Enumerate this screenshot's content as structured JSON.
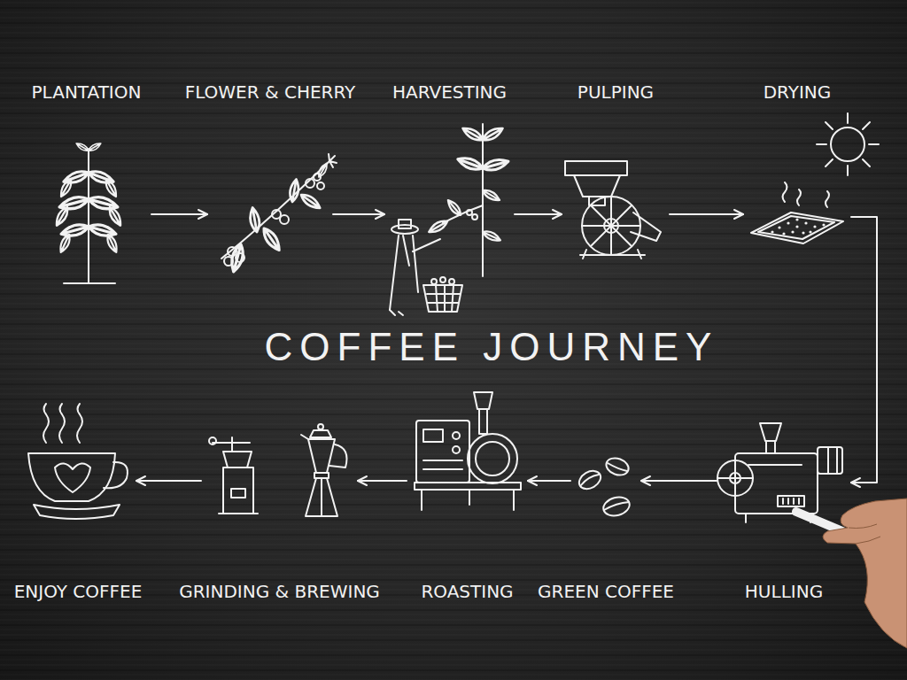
{
  "diagram": {
    "title": "COFFEE JOURNEY",
    "nodes": [
      {
        "text": [
          "PLANTATION"
        ]
      },
      {
        "text": [
          "FLOWER & CHERRY"
        ]
      },
      {
        "text": [
          "HARVESTING"
        ]
      },
      {
        "text": [
          "PULPING"
        ]
      },
      {
        "text": [
          "DRYING"
        ]
      },
      {
        "text": [
          "HULLING"
        ]
      },
      {
        "text": [
          "GREEN COFFEE"
        ]
      },
      {
        "text": [
          "ROASTING"
        ]
      },
      {
        "text": [
          "GRINDING & BREWING"
        ]
      },
      {
        "text": [
          "ENJOY COFFEE"
        ]
      }
    ],
    "edges": [
      {
        "from": 0,
        "to": 1,
        "arrow": "to"
      },
      {
        "from": 1,
        "to": 2,
        "arrow": "to"
      },
      {
        "from": 2,
        "to": 3,
        "arrow": "to"
      },
      {
        "from": 3,
        "to": 4,
        "arrow": "to"
      },
      {
        "from": 4,
        "to": 5,
        "arrow": "to"
      },
      {
        "from": 5,
        "to": 6,
        "arrow": "to"
      },
      {
        "from": 6,
        "to": 7,
        "arrow": "to"
      },
      {
        "from": 7,
        "to": 8,
        "arrow": "to"
      },
      {
        "from": 8,
        "to": 9,
        "arrow": "to"
      }
    ]
  }
}
